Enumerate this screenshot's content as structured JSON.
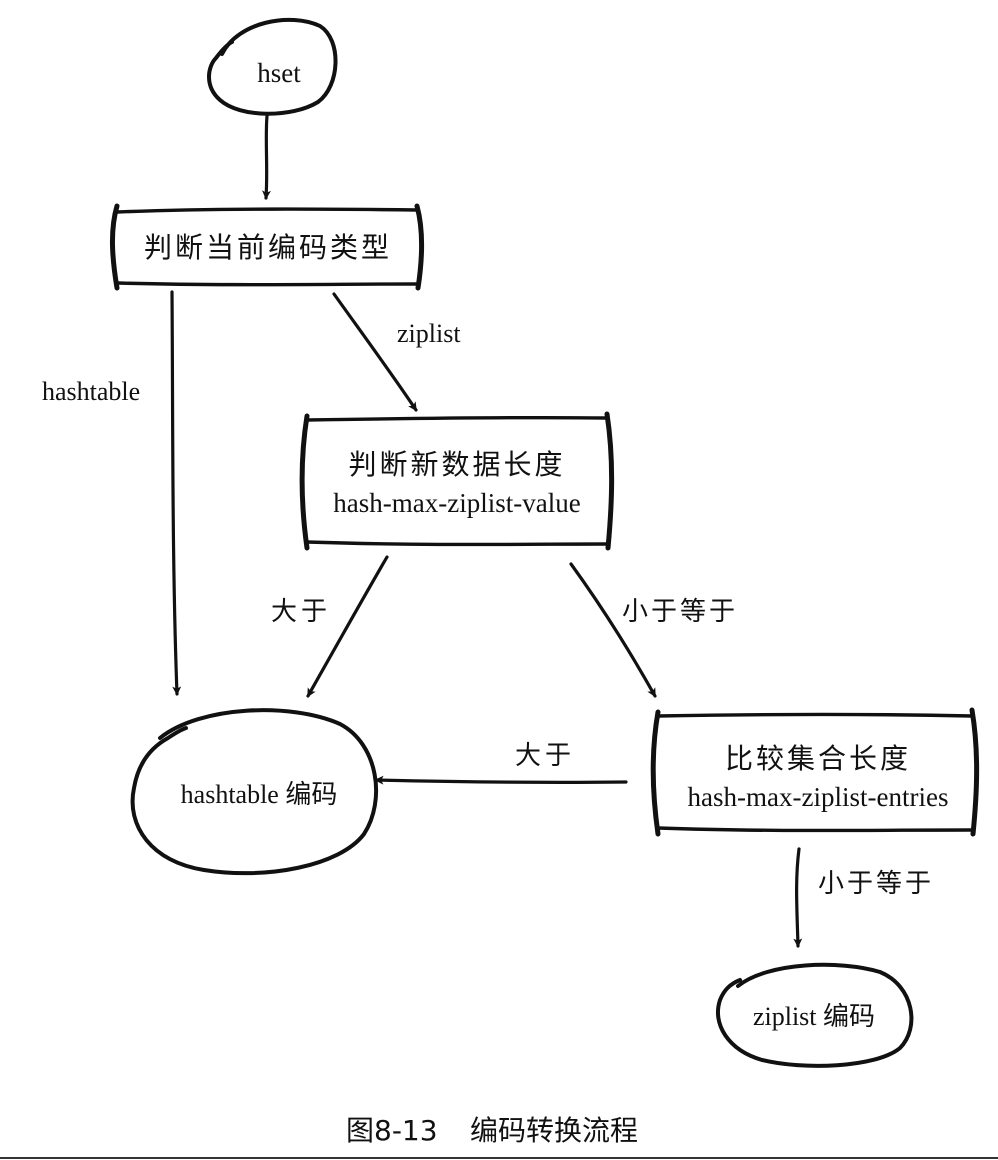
{
  "diagram": {
    "nodes": {
      "start": {
        "label": "hset"
      },
      "check_encoding": {
        "label": "判断当前编码类型"
      },
      "check_value_length": {
        "line1": "判断新数据长度",
        "line2": "hash-max-ziplist-value"
      },
      "compare_entries": {
        "line1": "比较集合长度",
        "line2": "hash-max-ziplist-entries"
      },
      "hashtable_encoding": {
        "label": "hashtable 编码"
      },
      "ziplist_encoding": {
        "label": "ziplist 编码"
      }
    },
    "edges": {
      "hashtable": "hashtable",
      "ziplist": "ziplist",
      "value_greater": "大于",
      "value_less_equal": "小于等于",
      "entries_greater": "大于",
      "entries_less_equal": "小于等于"
    }
  },
  "caption": {
    "figure_number": "图8-13",
    "title": "编码转换流程"
  },
  "colors": {
    "ink": "#111111",
    "background": "#ffffff",
    "rule": "#333333"
  }
}
